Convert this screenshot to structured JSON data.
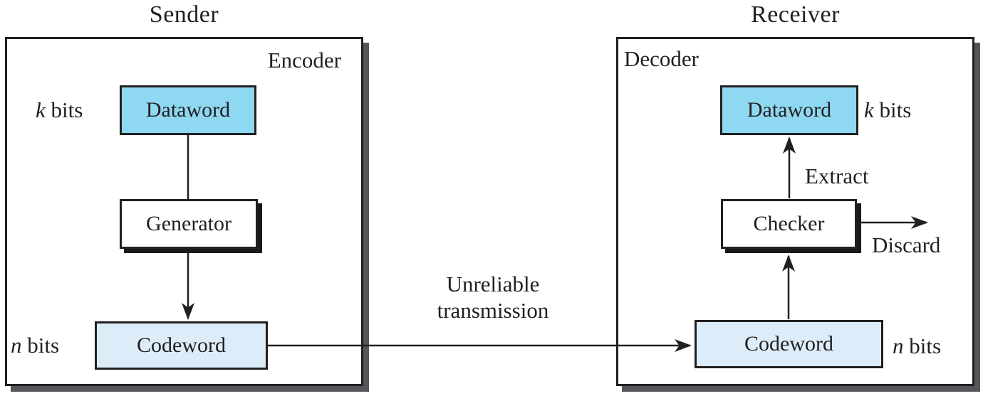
{
  "diagram": {
    "sender": {
      "title": "Sender",
      "panel_label": "Encoder",
      "dataword_label": "Dataword",
      "generator_label": "Generator",
      "codeword_label": "Codeword",
      "k_bits": {
        "var": "k",
        "unit": "bits"
      },
      "n_bits": {
        "var": "n",
        "unit": "bits"
      }
    },
    "receiver": {
      "title": "Receiver",
      "panel_label": "Decoder",
      "dataword_label": "Dataword",
      "checker_label": "Checker",
      "codeword_label": "Codeword",
      "k_bits": {
        "var": "k",
        "unit": "bits"
      },
      "n_bits": {
        "var": "n",
        "unit": "bits"
      },
      "extract_label": "Extract",
      "discard_label": "Discard"
    },
    "channel": {
      "line1": "Unreliable",
      "line2": "transmission"
    },
    "colors": {
      "dataword_fill": "#8ed8f1",
      "codeword_fill": "#dcedf9",
      "border": "#231f20",
      "panel_shadow": "#54565a",
      "block_shadow": "#1a1a1a"
    }
  }
}
